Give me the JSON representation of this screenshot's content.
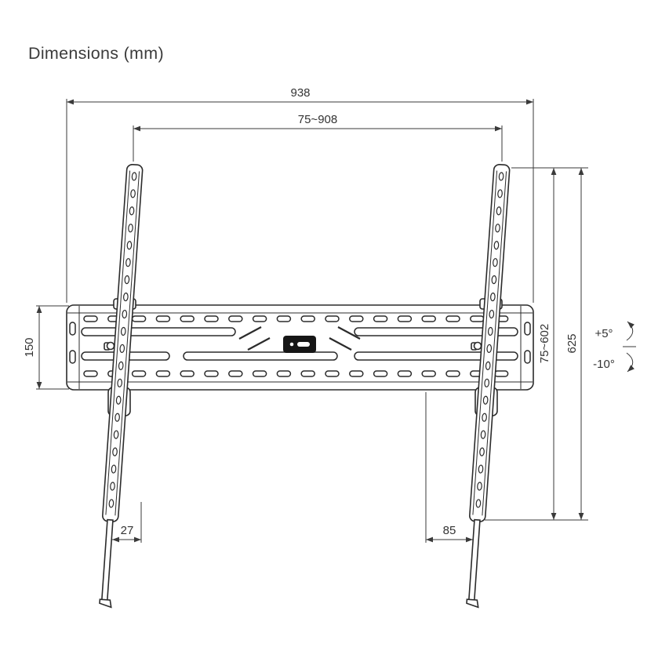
{
  "page": {
    "title": "Dimensions (mm)"
  },
  "diagram": {
    "type": "technical-drawing",
    "units": "mm",
    "colors": {
      "line": "#2b2b2b",
      "dimension_line": "#3a3a3a",
      "background": "#ffffff",
      "indicator_fill": "#161616"
    },
    "dimensions": {
      "overall_width": "938",
      "mount_width_range": "75~908",
      "plate_height": "150",
      "mount_height_range": "75~602",
      "bracket_height": "625",
      "tilt_up": "+5°",
      "tilt_down": "-10°",
      "bottom_left_offset": "27",
      "bottom_right_offset": "85"
    }
  }
}
